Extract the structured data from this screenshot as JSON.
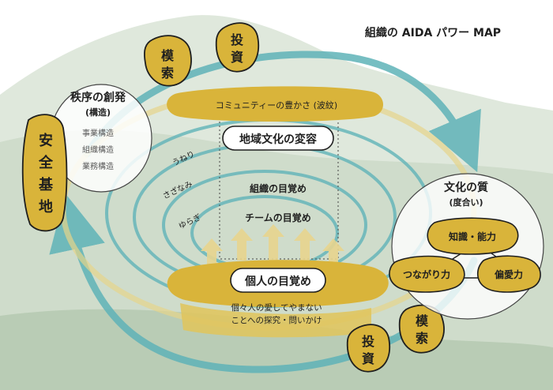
{
  "title": "組織の AIDA パワー MAP",
  "left_actions": {
    "a": "模索",
    "b": "投資"
  },
  "right_actions": {
    "a": "投資",
    "b": "模索"
  },
  "left_box": {
    "title": "秩序の創発",
    "subtitle": "(構造)",
    "items": [
      "事業構造",
      "組織構造",
      "業務構造"
    ]
  },
  "base": "安全基地",
  "right_box": {
    "title": "文化の質",
    "subtitle": "(度合い)",
    "nodes": [
      "知識・能力",
      "つながり力",
      "偏愛力"
    ]
  },
  "top_band": "コミュニティーの豊かさ (波紋)",
  "levels": [
    "地域文化の変容",
    "組織の目覚め",
    "チームの目覚め"
  ],
  "wave_labels": [
    "うねり",
    "さざなみ",
    "ゆらぎ"
  ],
  "bottom_band": "個人の目覚め",
  "bottom_caption": [
    "個々人の愛してやまない",
    "ことへの探究・問いかけ"
  ],
  "colors": {
    "teal": "#5fb3b8",
    "gold": "#d9b43a",
    "ink": "#1f1f1f",
    "bg_green": "#c9d8c5"
  }
}
